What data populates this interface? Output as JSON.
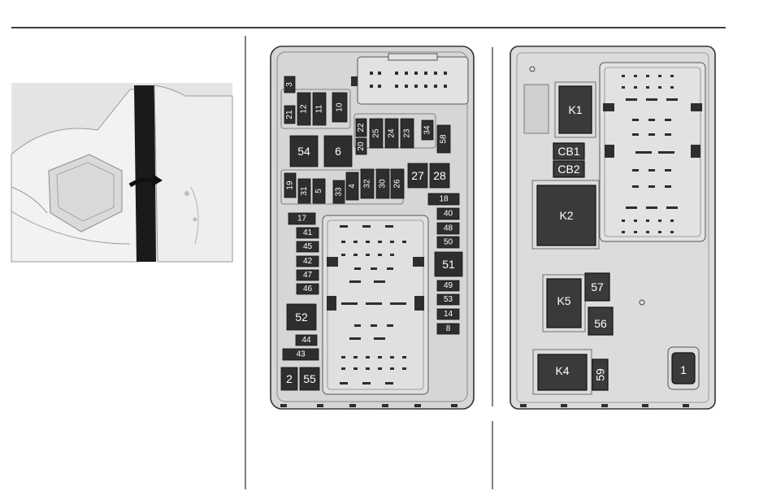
{
  "illustration": {
    "arrow_icon": "arrow-right-icon"
  },
  "left_panel": {
    "fuses": {
      "f3": "3",
      "f21": "21",
      "f12": "12",
      "f11": "11",
      "f10": "10",
      "f22": "22",
      "f20": "20",
      "f25": "25",
      "f24": "24",
      "f23": "23",
      "f34": "34",
      "f58": "58",
      "f54": "54",
      "f6": "6",
      "f19": "19",
      "f31": "31",
      "f5": "5",
      "f4": "4",
      "f33": "33",
      "f32": "32",
      "f30": "30",
      "f26": "26",
      "f27": "27",
      "f28": "28",
      "f18": "18",
      "f40": "40",
      "f48": "48",
      "f50": "50",
      "f51": "51",
      "f17": "17",
      "f41": "41",
      "f45": "45",
      "f42": "42",
      "f47": "47",
      "f46": "46",
      "f52": "52",
      "f49": "49",
      "f53": "53",
      "f14": "14",
      "f8": "8",
      "f44": "44",
      "f43": "43",
      "f2": "2",
      "f55": "55"
    }
  },
  "right_panel": {
    "relays": {
      "k1": "K1",
      "k2": "K2",
      "k5": "K5",
      "k4": "K4",
      "r57": "57",
      "r56": "56",
      "r59": "59",
      "r1": "1"
    },
    "breakers": {
      "cb1": "CB1",
      "cb2": "CB2"
    }
  }
}
